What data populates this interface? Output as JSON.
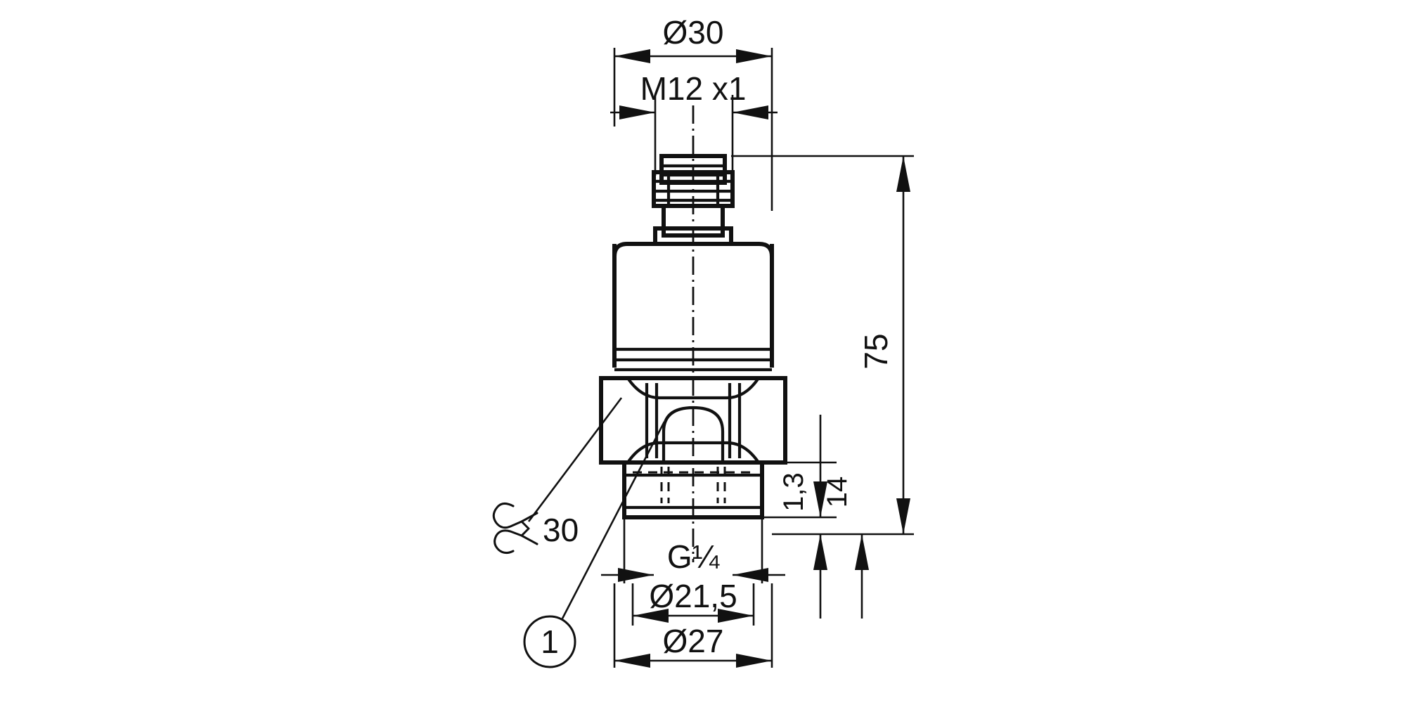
{
  "drawing": {
    "title": "Pressure sensor dimensional drawing",
    "type": "technical-dimension-drawing",
    "units": "mm",
    "background_color": "#ffffff",
    "line_color": "#111111"
  },
  "dimensions": {
    "outer_diameter": "Ø30",
    "connector_thread": "M12 x1",
    "total_height": "75",
    "seal_thickness": "1,3",
    "thread_length": "14",
    "process_thread": "G¼",
    "thread_diameter": "Ø21,5",
    "hex_across_flats_dia": "Ø27",
    "wrench_size": "30"
  },
  "callouts": {
    "item_1": "1",
    "wrench_icon": "wrench-icon",
    "wrench_value": "30"
  },
  "labels": [
    {
      "id": "dia30",
      "text": "Ø30",
      "rotation": 0
    },
    {
      "id": "m12x1",
      "text": "M12 x1",
      "rotation": 0
    },
    {
      "id": "h75",
      "text": "75",
      "rotation": -90
    },
    {
      "id": "t13",
      "text": "1,3",
      "rotation": -90
    },
    {
      "id": "t14",
      "text": "14",
      "rotation": -90
    },
    {
      "id": "gthread",
      "text": "G¼",
      "rotation": 0
    },
    {
      "id": "dia215",
      "text": "Ø21,5",
      "rotation": 0
    },
    {
      "id": "dia27",
      "text": "Ø27",
      "rotation": 0
    },
    {
      "id": "sw30",
      "text": "30",
      "rotation": 0
    },
    {
      "id": "pos1",
      "text": "1",
      "rotation": 0
    }
  ]
}
